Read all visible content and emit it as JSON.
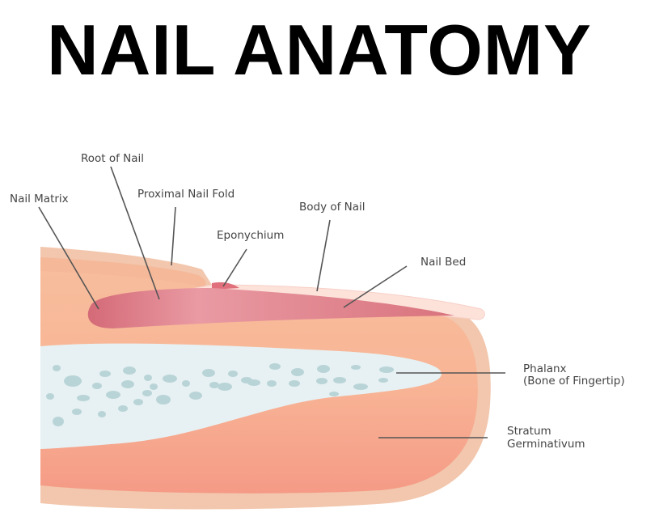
{
  "title": "NAIL ANATOMY",
  "labels": {
    "root_of_nail": "Root of Nail",
    "nail_matrix": "Nail Matrix",
    "proximal_nail_fold": "Proximal Nail Fold",
    "eponychium": "Eponychium",
    "body_of_nail": "Body of Nail",
    "nail_bed": "Nail Bed",
    "phalanx": "Phalanx",
    "phalanx_sub": "(Bone of Fingertip)",
    "stratum": "Stratum",
    "germinativum": "Germinativum"
  },
  "colors": {
    "skin": "#f2c7ad",
    "flesh": "#f6a88d",
    "bone": "#e7f1f3",
    "bone_dots": "#b9d4d7",
    "nail": "#fde2da",
    "nail_bed": "#d9717c"
  }
}
